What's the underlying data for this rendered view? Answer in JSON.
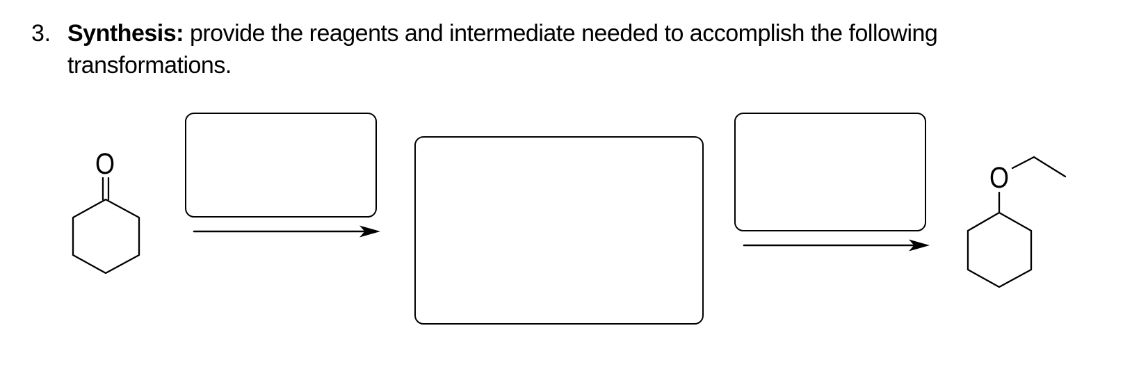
{
  "problem": {
    "number": "3.",
    "heading_bold": "Synthesis:",
    "heading_rest": "provide the reagents and intermediate needed to accomplish the following",
    "heading_line2": "transformations."
  },
  "scheme": {
    "ink_color": "#000000",
    "reactant": {
      "molecule": "cyclohexanone",
      "atom_label": "O"
    },
    "step1_reagent_box": {
      "value": ""
    },
    "intermediate_box": {
      "value": ""
    },
    "step2_reagent_box": {
      "value": ""
    },
    "product": {
      "molecule": "ethoxycyclohexane",
      "atom_label": "O"
    }
  }
}
